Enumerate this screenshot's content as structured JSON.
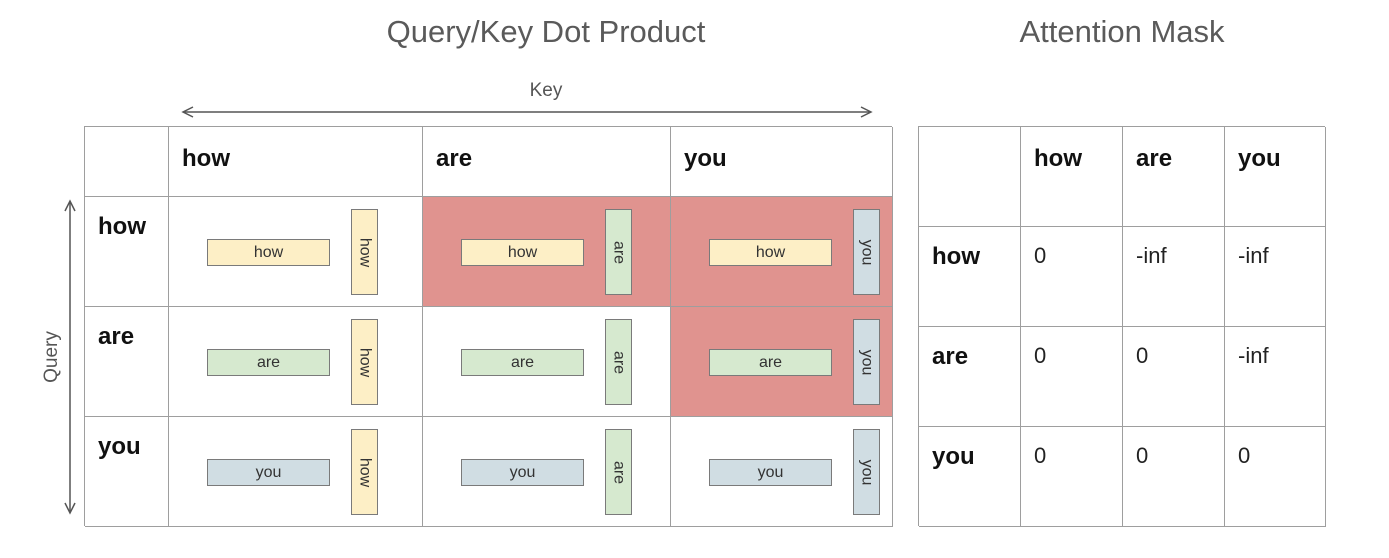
{
  "titles": {
    "dot_product": "Query/Key Dot Product",
    "attention_mask": "Attention Mask"
  },
  "axes": {
    "key": "Key",
    "query": "Query"
  },
  "tokens": [
    "how",
    "are",
    "you"
  ],
  "token_colors": {
    "how": "#fdefc6",
    "are": "#d6e9cf",
    "you": "#d0dde3"
  },
  "masked_color": "#e0938f",
  "dot_product": {
    "col_headers": [
      "how",
      "are",
      "you"
    ],
    "rows": [
      {
        "header": "how",
        "cells": [
          {
            "query": "how",
            "key": "how",
            "masked": false
          },
          {
            "query": "how",
            "key": "are",
            "masked": true
          },
          {
            "query": "how",
            "key": "you",
            "masked": true
          }
        ]
      },
      {
        "header": "are",
        "cells": [
          {
            "query": "are",
            "key": "how",
            "masked": false
          },
          {
            "query": "are",
            "key": "are",
            "masked": false
          },
          {
            "query": "are",
            "key": "you",
            "masked": true
          }
        ]
      },
      {
        "header": "you",
        "cells": [
          {
            "query": "you",
            "key": "how",
            "masked": false
          },
          {
            "query": "you",
            "key": "are",
            "masked": false
          },
          {
            "query": "you",
            "key": "you",
            "masked": false
          }
        ]
      }
    ]
  },
  "attention_mask": {
    "col_headers": [
      "how",
      "are",
      "you"
    ],
    "rows": [
      {
        "header": "how",
        "values": [
          "0",
          "-inf",
          "-inf"
        ]
      },
      {
        "header": "are",
        "values": [
          "0",
          "0",
          "-inf"
        ]
      },
      {
        "header": "you",
        "values": [
          "0",
          "0",
          "0"
        ]
      }
    ]
  }
}
